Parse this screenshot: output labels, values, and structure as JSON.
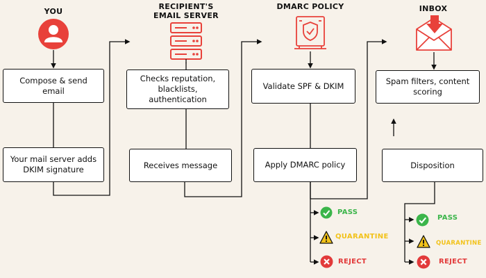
{
  "columns": {
    "you": {
      "title": "YOU",
      "icon": "user-icon"
    },
    "recipient": {
      "title_line1": "RECIPIENT'S",
      "title_line2": "EMAIL SERVER",
      "icon": "server-icon"
    },
    "dmarc": {
      "title": "DMARC POLICY",
      "icon": "shield-document-icon"
    },
    "inbox": {
      "title": "INBOX",
      "icon": "envelope-icon"
    }
  },
  "boxes": {
    "compose": "Compose & send email",
    "dkim_sign": "Your mail server adds DKIM signature",
    "checks": "Checks reputation, blacklists, authentication",
    "receives": "Receives message",
    "validate": "Validate SPF & DKIM",
    "apply": "Apply DMARC policy",
    "spam": "Spam filters, content scoring",
    "disposition": "Disposition"
  },
  "outcomes": {
    "pass": "PASS",
    "quarantine": "QUARANTINE",
    "reject": "REJECT"
  },
  "colors": {
    "accent_red": "#e8413a",
    "pass_green": "#3bb54a",
    "quarantine_yellow": "#f2c21a",
    "reject_red": "#e23a3a",
    "background": "#f7f2ea"
  }
}
